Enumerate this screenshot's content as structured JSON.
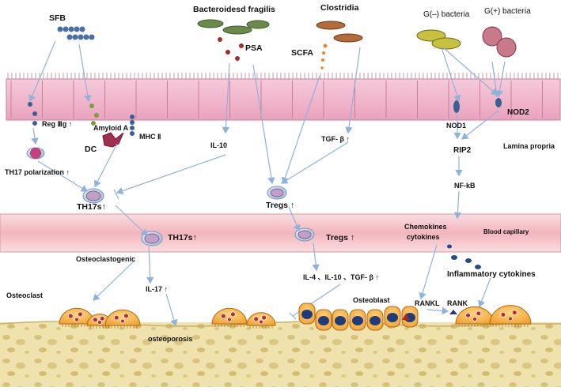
{
  "labels": {
    "sfb": "SFB",
    "bacteroides": "Bacteroidesd fragilis",
    "clostridia": "Clostridia",
    "gneg": "G(–) bacteria",
    "gpos": "G(+) bacteria",
    "psa": "PSA",
    "scfa": "SCFA",
    "reg3g": "Reg Ⅲg ↑",
    "amyloid": "Amyloid A",
    "mhc": "MHC Ⅱ",
    "dc": "DC",
    "il10_up": "IL-10",
    "tgfb_up": "TGF- β ↑",
    "nod1": "NOD1",
    "nod2": "NOD2",
    "rip2": "RIP2",
    "lamina": "Lamina propria",
    "th17pol": "TH17 polarization ↑",
    "th17s_lp": "TH17s↑",
    "tregs_lp": "Tregs ↑",
    "nfkb": "NF-kB",
    "th17s_bc": "TH17s↑",
    "tregs_bc": "Tregs ↑",
    "chemokines": "Chemokines",
    "cytokines": "cytokines",
    "blood": "Blood capillary",
    "osteoclastogenic": "Osteoclastogenic",
    "il17": "IL-17 ↑",
    "il_mix": "IL-4 、IL-10 、TGF- β ↑",
    "inflam": "Inflammatory cytokines",
    "osteoclast": "Osteoclast",
    "osteoblast": "Osteoblast",
    "rankl": "RANKL",
    "rank": "RANK",
    "osteoporosis": "osteoporosis"
  },
  "colors": {
    "epithelium": "#f2b8cc",
    "capillary": "#f6c9cf",
    "bone": "#efe0a8",
    "osteoclast": "#f7b14a",
    "arrow": "#8fb2da",
    "nucleus": "#1f3b7a"
  }
}
